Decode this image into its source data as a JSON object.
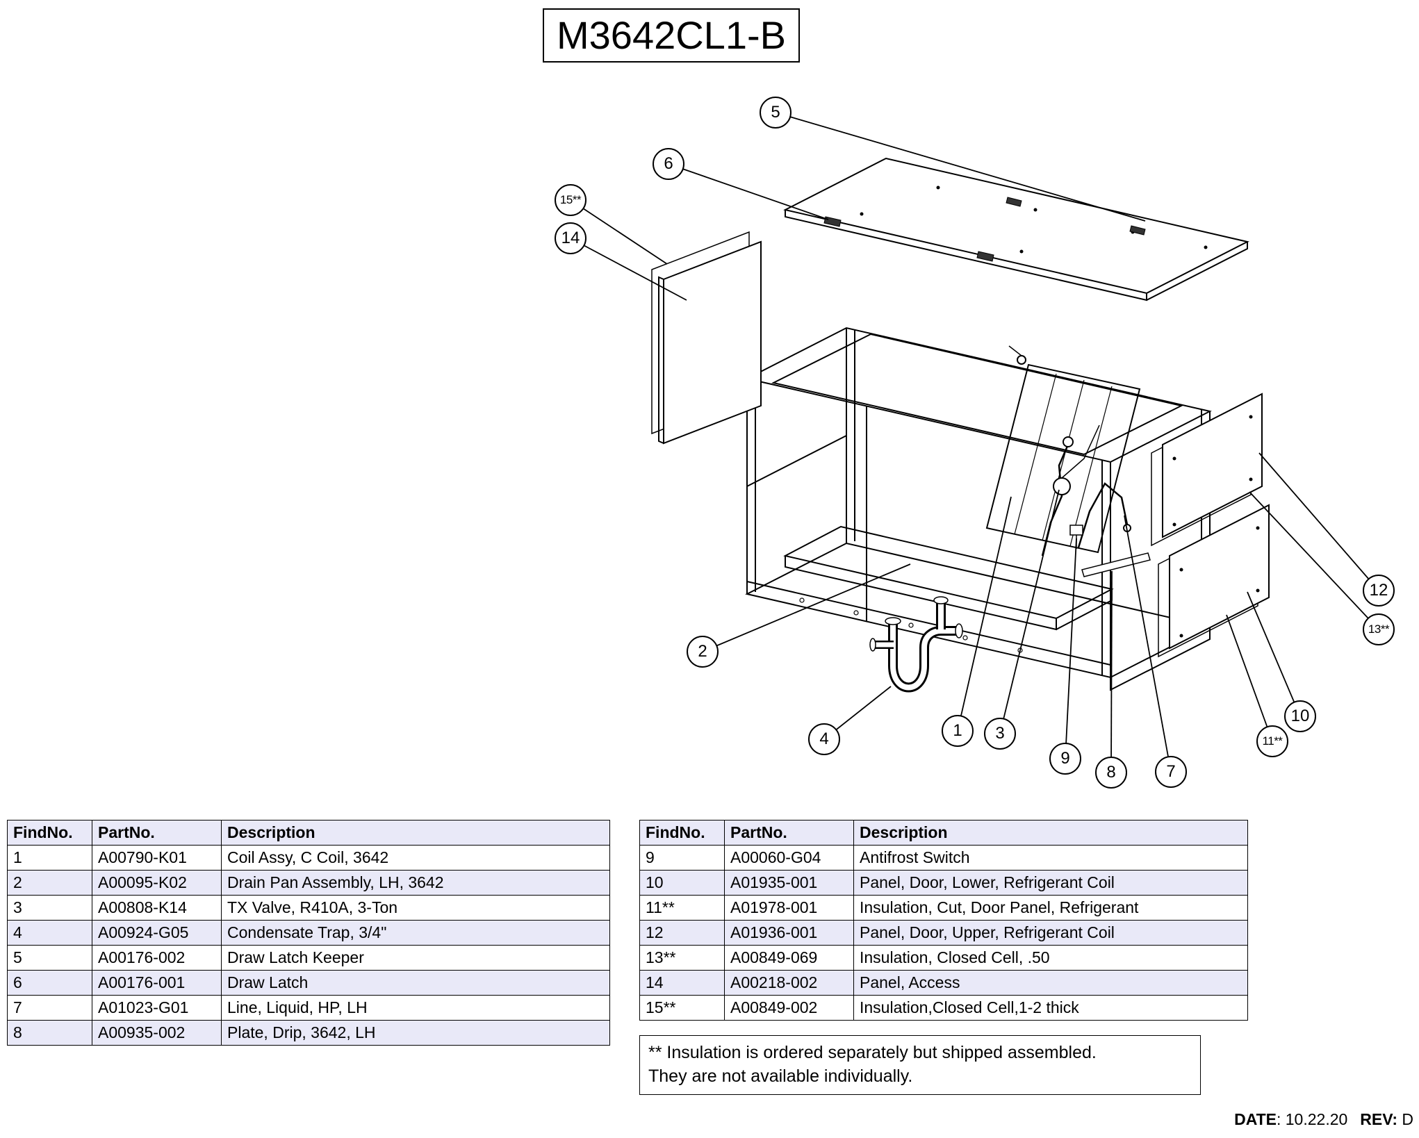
{
  "title": "M3642CL1-B",
  "callouts": [
    {
      "label": "1"
    },
    {
      "label": "2"
    },
    {
      "label": "3"
    },
    {
      "label": "4"
    },
    {
      "label": "5"
    },
    {
      "label": "6"
    },
    {
      "label": "7"
    },
    {
      "label": "8"
    },
    {
      "label": "9"
    },
    {
      "label": "10"
    },
    {
      "label": "11**"
    },
    {
      "label": "12"
    },
    {
      "label": "13**"
    },
    {
      "label": "14"
    },
    {
      "label": "15**"
    }
  ],
  "tables": {
    "left": {
      "headers": [
        "FindNo.",
        "PartNo.",
        "Description"
      ],
      "rows": [
        [
          "1",
          "A00790-K01",
          "Coil Assy, C Coil, 3642"
        ],
        [
          "2",
          "A00095-K02",
          "Drain Pan Assembly, LH, 3642"
        ],
        [
          "3",
          "A00808-K14",
          "TX Valve, R410A, 3-Ton"
        ],
        [
          "4",
          "A00924-G05",
          "Condensate Trap, 3/4\""
        ],
        [
          "5",
          "A00176-002",
          "Draw Latch Keeper"
        ],
        [
          "6",
          "A00176-001",
          "Draw Latch"
        ],
        [
          "7",
          "A01023-G01",
          "Line, Liquid, HP, LH"
        ],
        [
          "8",
          "A00935-002",
          "Plate, Drip, 3642, LH"
        ]
      ]
    },
    "right": {
      "headers": [
        "FindNo.",
        "PartNo.",
        "Description"
      ],
      "rows": [
        [
          "9",
          "A00060-G04",
          "Antifrost Switch"
        ],
        [
          "10",
          "A01935-001",
          "Panel, Door, Lower, Refrigerant Coil"
        ],
        [
          "11**",
          "A01978-001",
          "Insulation, Cut, Door Panel, Refrigerant"
        ],
        [
          "12",
          "A01936-001",
          "Panel, Door, Upper, Refrigerant Coil"
        ],
        [
          "13**",
          "A00849-069",
          "Insulation, Closed Cell, .50"
        ],
        [
          "14",
          "A00218-002",
          "Panel, Access"
        ],
        [
          "15**",
          "A00849-002",
          "Insulation,Closed Cell,1-2 thick"
        ]
      ]
    }
  },
  "note": {
    "line1": "** Insulation is ordered separately but shipped assembled.",
    "line2": "They are not available individually."
  },
  "footer": {
    "date_label": "DATE",
    "date_value": ": 10.22.20",
    "rev_label": "REV:",
    "rev_value": "D"
  },
  "colors": {
    "table_row_shade": "#e9e9f8",
    "line": "#000000"
  }
}
